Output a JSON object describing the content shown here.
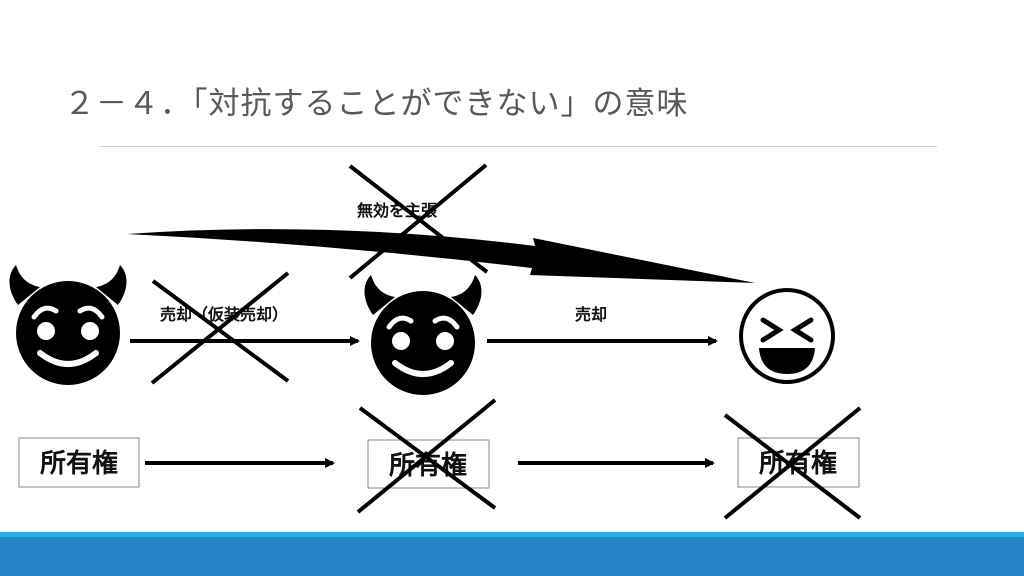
{
  "slide": {
    "title": "２－４．「対抗することができない」の意味"
  },
  "diagram": {
    "label_fictitious_sale": "売却（仮装売却）",
    "label_sale": "売却",
    "label_claim_invalid": "無効を主張",
    "ownership_label_1": "所有権",
    "ownership_label_2": "所有権",
    "ownership_label_3": "所有権",
    "icons": [
      "devil-face-icon",
      "devil-face-icon",
      "laughing-face-icon"
    ]
  },
  "colors": {
    "title": "#595959",
    "footer_accent": "#22b0e6",
    "footer": "#2683c6"
  }
}
